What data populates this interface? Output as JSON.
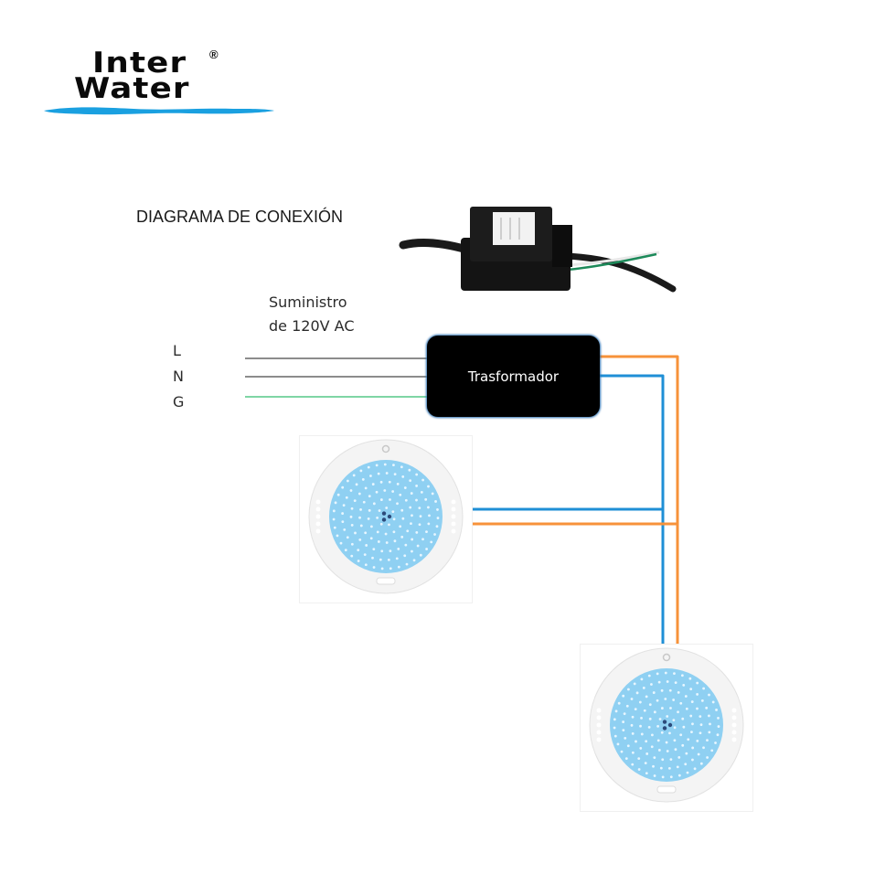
{
  "logo": {
    "line1": "Inter",
    "line2": "Water",
    "registered_mark": "®",
    "wave_color": "#1aa0e0"
  },
  "diagram": {
    "title": "DIAGRAMA DE CONEXIÓN",
    "supply_line1": "Suministro",
    "supply_line2": "de 120V AC",
    "terminals": [
      {
        "label": "L",
        "wire_color": "#8c8c8c"
      },
      {
        "label": "N",
        "wire_color": "#8c8c8c"
      },
      {
        "label": "G",
        "wire_color": "#7fd6a5"
      }
    ],
    "transformer_label": "Trasformador",
    "output_wires": [
      {
        "name": "orange",
        "color": "#f7923a"
      },
      {
        "name": "blue",
        "color": "#1f8fd6"
      }
    ],
    "lamp_count": 2,
    "lamp_color": "#8fd0f2"
  }
}
